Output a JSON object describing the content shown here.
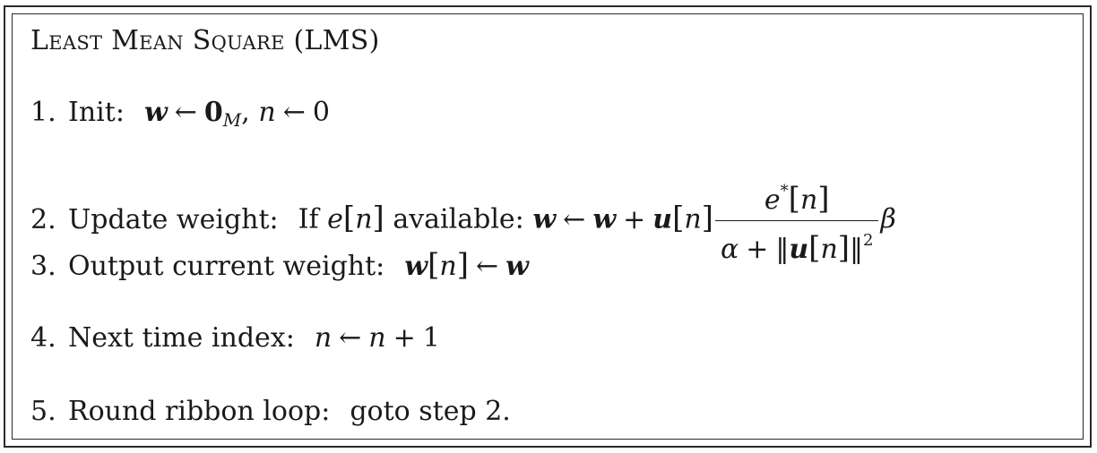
{
  "title": "Least Mean Square (LMS)",
  "steps": [
    {
      "num": "1.",
      "label": "Init:",
      "w": "w",
      "arrow": "←",
      "zero": "0",
      "zero_sub": "M",
      "comma": ",",
      "n": "n",
      "arrow2": "←",
      "init_val": "0"
    },
    {
      "num": "2.",
      "label": "Update weight:",
      "cond_if": "If",
      "e": "e",
      "lbr": "[",
      "n": "n",
      "rbr": "]",
      "cond_tail": "available:",
      "w": "w",
      "arrow": "←",
      "plus": "+",
      "u": "u",
      "num_e": "e",
      "num_star": "*",
      "alpha": "α",
      "norm_l": "‖",
      "norm_r": "‖",
      "sq": "2",
      "beta": "β"
    },
    {
      "num": "3.",
      "label": "Output current weight:",
      "w": "w",
      "lbr": "[",
      "n": "n",
      "rbr": "]",
      "arrow": "←"
    },
    {
      "num": "4.",
      "label": "Next time index:",
      "n": "n",
      "arrow": "←",
      "plus": "+",
      "one": "1"
    },
    {
      "num": "5.",
      "label": "Round ribbon loop:",
      "text": "goto step 2."
    }
  ]
}
